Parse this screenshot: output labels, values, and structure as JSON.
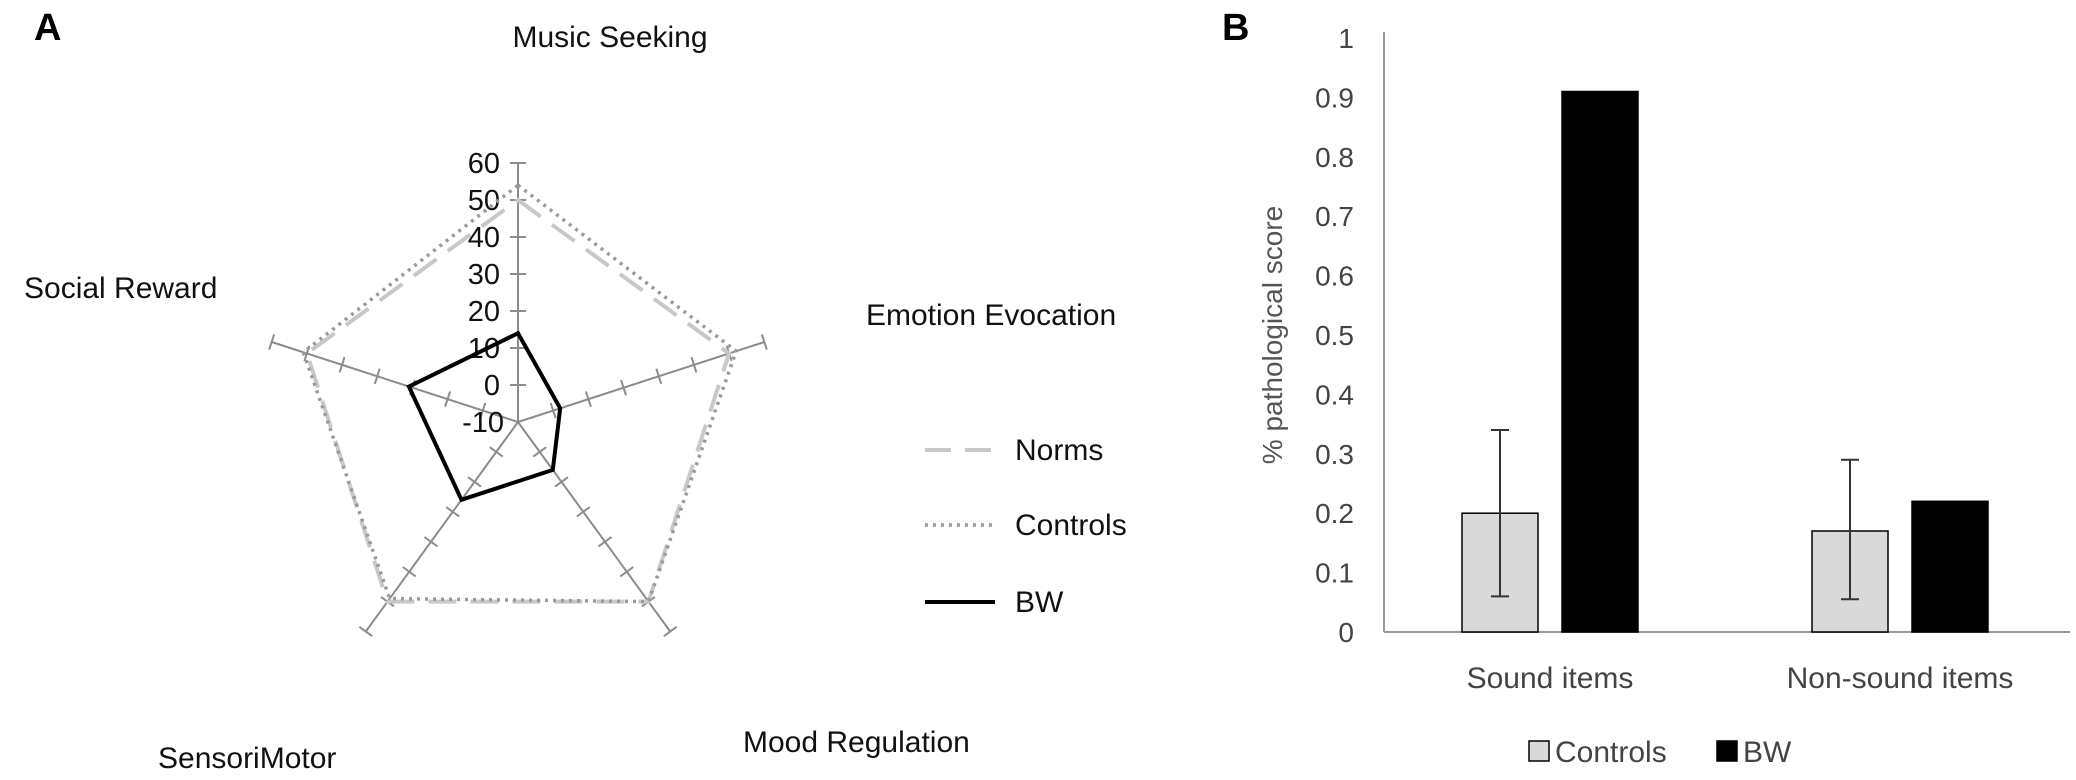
{
  "panels": {
    "a_label": "A",
    "b_label": "B"
  },
  "chart_data": [
    {
      "type": "radar",
      "axes": [
        "Music Seeking",
        "Emotion Evocation",
        "Mood Regulation",
        "SensoriMotor",
        "Social Reward"
      ],
      "radial_ticks": [
        "60",
        "50",
        "40",
        "30",
        "20",
        "10",
        "0",
        "-10"
      ],
      "rlim": [
        -10,
        60
      ],
      "series": [
        {
          "name": "Norms",
          "values": [
            50,
            50,
            50,
            50,
            50
          ],
          "color": "#c8c8c8",
          "style": "dashed"
        },
        {
          "name": "Controls",
          "values": [
            54,
            52,
            50,
            49,
            51
          ],
          "color": "#9a9a9a",
          "style": "dotted"
        },
        {
          "name": "BW",
          "values": [
            14,
            2,
            6,
            16,
            21
          ],
          "color": "#000000",
          "style": "solid"
        }
      ],
      "legend": {
        "position": "right",
        "entries": [
          {
            "label": "Norms"
          },
          {
            "label": "Controls"
          },
          {
            "label": "BW"
          }
        ]
      }
    },
    {
      "type": "bar",
      "categories": [
        "Sound items",
        "Non-sound items"
      ],
      "series": [
        {
          "name": "Controls",
          "values": [
            0.2,
            0.17
          ],
          "error": [
            [
              0.06,
              0.34
            ],
            [
              0.055,
              0.29
            ]
          ],
          "color": "#d9d9d9"
        },
        {
          "name": "BW",
          "values": [
            0.91,
            0.22
          ],
          "color": "#000000"
        }
      ],
      "ylabel": "% pathological score",
      "ylim": [
        0,
        1
      ],
      "yticks": [
        "0",
        "0.1",
        "0.2",
        "0.3",
        "0.4",
        "0.5",
        "0.6",
        "0.7",
        "0.8",
        "0.9",
        "1"
      ],
      "legend": {
        "position": "bottom",
        "entries": [
          {
            "label": "Controls"
          },
          {
            "label": "BW"
          }
        ]
      }
    }
  ]
}
